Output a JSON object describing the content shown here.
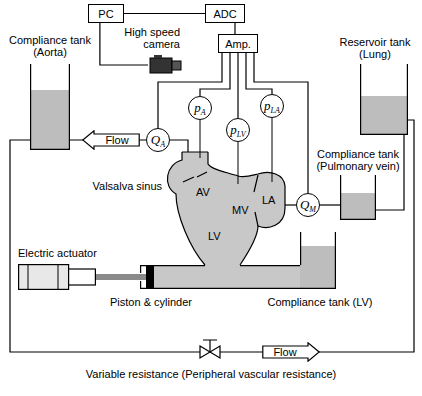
{
  "diagram": {
    "nodes": [
      {
        "text": [
          "PC"
        ]
      },
      {
        "text": [
          "ADC"
        ]
      },
      {
        "text": [
          "Amp."
        ]
      },
      {
        "text": [
          "High speed camera"
        ]
      },
      {
        "text": [
          "QA"
        ]
      },
      {
        "text": [
          "pA"
        ]
      },
      {
        "text": [
          "pLV"
        ]
      },
      {
        "text": [
          "pLA"
        ]
      },
      {
        "text": [
          "QM"
        ]
      },
      {
        "text": [
          "Compliance tank (Aorta)"
        ]
      },
      {
        "text": [
          "Compliance tank (Pulmonary vein)"
        ]
      },
      {
        "text": [
          "Reservoir tank (Lung)"
        ]
      },
      {
        "text": [
          "Electric actuator"
        ]
      },
      {
        "text": [
          "Piston & cylinder"
        ]
      },
      {
        "text": [
          "Compliance tank (LV)"
        ]
      },
      {
        "text": [
          "Flow"
        ]
      },
      {
        "text": [
          "Flow"
        ]
      }
    ],
    "edges": [
      {
        "from": 0,
        "to": 1,
        "arrow": "none"
      },
      {
        "from": 1,
        "to": 2,
        "arrow": "none"
      },
      {
        "from": 0,
        "to": 3,
        "arrow": "none"
      },
      {
        "from": 2,
        "to": 4,
        "arrow": "none"
      },
      {
        "from": 2,
        "to": 5,
        "arrow": "none"
      },
      {
        "from": 2,
        "to": 6,
        "arrow": "none"
      },
      {
        "from": 2,
        "to": 7,
        "arrow": "none"
      },
      {
        "from": 2,
        "to": 8,
        "arrow": "none"
      },
      {
        "from": 4,
        "to": 9,
        "arrow": "none"
      },
      {
        "from": 9,
        "to": 11,
        "arrow": "none"
      },
      {
        "from": 11,
        "to": 10,
        "arrow": "none"
      },
      {
        "from": 10,
        "to": 8,
        "arrow": "none"
      },
      {
        "from": 12,
        "to": 13,
        "arrow": "none"
      }
    ],
    "labels": [
      "Valsalva sinus",
      "AV",
      "MV",
      "LV",
      "LA",
      "Variable resistance (Peripheral vascular resistance)"
    ]
  }
}
